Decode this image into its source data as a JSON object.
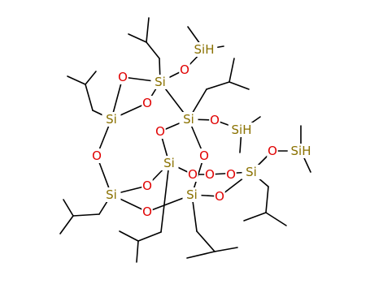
{
  "molecule": {
    "colors": {
      "silicon": "#8a7100",
      "oxygen": "#e00000",
      "carbon_bond": "#000000",
      "background": "#ffffff"
    },
    "atoms": [
      {
        "id": "si1",
        "label": "Si",
        "element": "silicon"
      },
      {
        "id": "si2",
        "label": "Si",
        "element": "silicon"
      },
      {
        "id": "si3",
        "label": "Si",
        "element": "silicon"
      },
      {
        "id": "si4",
        "label": "Si",
        "element": "silicon"
      },
      {
        "id": "si5",
        "label": "Si",
        "element": "silicon"
      },
      {
        "id": "si6",
        "label": "Si",
        "element": "silicon"
      },
      {
        "id": "si7",
        "label": "Si",
        "element": "silicon"
      },
      {
        "id": "sih1",
        "label": "SiH",
        "element": "silicon"
      },
      {
        "id": "sih2",
        "label": "SiH",
        "element": "silicon"
      },
      {
        "id": "sih3",
        "label": "SiH",
        "element": "silicon"
      },
      {
        "id": "o1",
        "label": "O",
        "element": "oxygen"
      },
      {
        "id": "o2",
        "label": "O",
        "element": "oxygen"
      },
      {
        "id": "o3",
        "label": "O",
        "element": "oxygen"
      },
      {
        "id": "o4",
        "label": "O",
        "element": "oxygen"
      },
      {
        "id": "o5",
        "label": "O",
        "element": "oxygen"
      },
      {
        "id": "o6",
        "label": "O",
        "element": "oxygen"
      },
      {
        "id": "o7",
        "label": "O",
        "element": "oxygen"
      },
      {
        "id": "o8",
        "label": "O",
        "element": "oxygen"
      },
      {
        "id": "o9",
        "label": "O",
        "element": "oxygen"
      },
      {
        "id": "o10",
        "label": "O",
        "element": "oxygen"
      },
      {
        "id": "o11",
        "label": "O",
        "element": "oxygen"
      },
      {
        "id": "o12",
        "label": "O",
        "element": "oxygen"
      },
      {
        "id": "o13",
        "label": "O",
        "element": "oxygen"
      },
      {
        "id": "o14",
        "label": "O",
        "element": "oxygen"
      }
    ]
  }
}
